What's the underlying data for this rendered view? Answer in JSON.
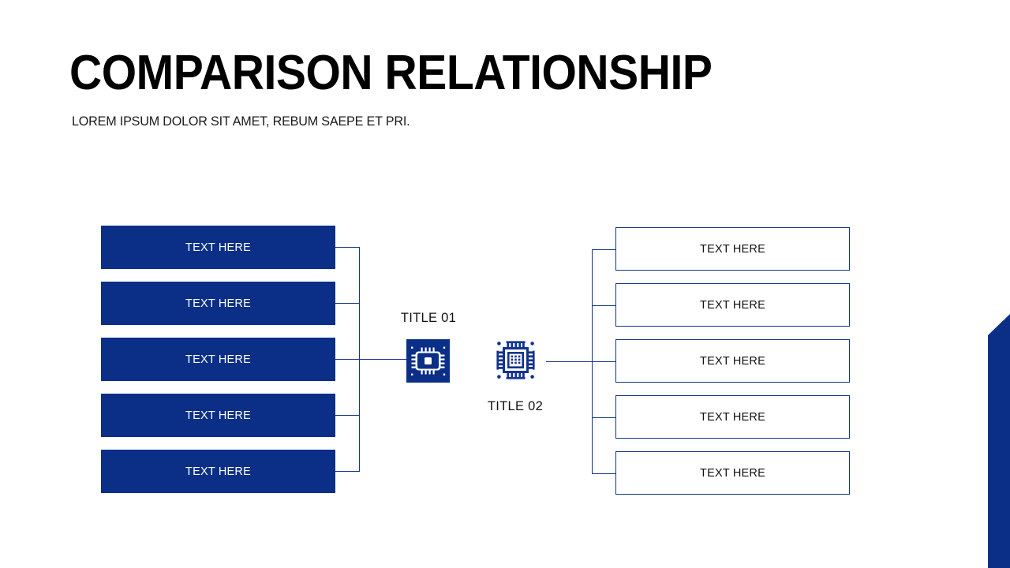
{
  "slide": {
    "title": "COMPARISON RELATIONSHIP",
    "subtitle": "LOREM IPSUM DOLOR SIT AMET, REBUM SAEPE ET PRI."
  },
  "colors": {
    "navy": "#0b2f86",
    "line": "#14348c",
    "box_border": "#12348e",
    "text_dark": "#111111",
    "text_light": "#ffffff",
    "background": "#ffffff"
  },
  "center": {
    "left_group": {
      "title": "TITLE 01",
      "icon": "cpu-chip-filled-icon",
      "title_position": "above"
    },
    "right_group": {
      "title": "TITLE 02",
      "icon": "cpu-chip-outline-icon",
      "title_position": "below"
    }
  },
  "left_column": {
    "items": [
      {
        "label": "TEXT HERE"
      },
      {
        "label": "TEXT HERE"
      },
      {
        "label": "TEXT HERE"
      },
      {
        "label": "TEXT HERE"
      },
      {
        "label": "TEXT HERE"
      }
    ]
  },
  "right_column": {
    "items": [
      {
        "label": "TEXT HERE"
      },
      {
        "label": "TEXT HERE"
      },
      {
        "label": "TEXT HERE"
      },
      {
        "label": "TEXT HERE"
      },
      {
        "label": "TEXT HERE"
      }
    ]
  },
  "decoration": {
    "corner_bar": "angled-navy-bar"
  }
}
